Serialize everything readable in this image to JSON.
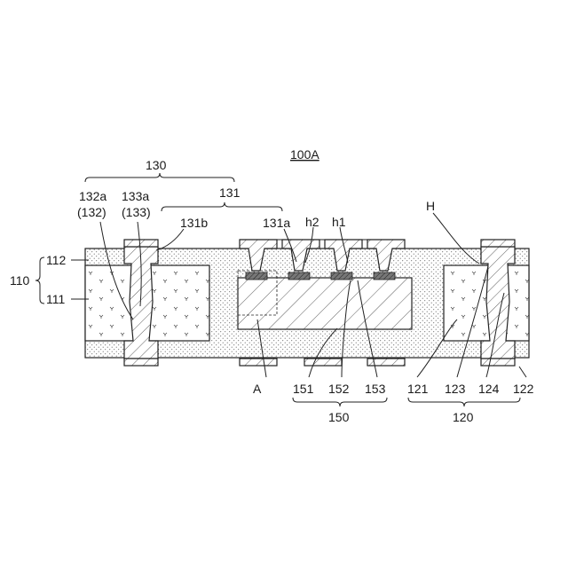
{
  "figure_id": "100A",
  "labels": {
    "l130": "130",
    "l131": "131",
    "l132a": "132a",
    "l132": "(132)",
    "l133a": "133a",
    "l133": "(133)",
    "l131b": "131b",
    "l131a": "131a",
    "lh2": "h2",
    "lh1": "h1",
    "lH": "H",
    "l110": "110",
    "l112": "112",
    "l111": "111",
    "lA": "A",
    "l151": "151",
    "l152": "152",
    "l153": "153",
    "l150": "150",
    "l121": "121",
    "l123": "123",
    "l124": "124",
    "l122": "122",
    "l120": "120"
  }
}
